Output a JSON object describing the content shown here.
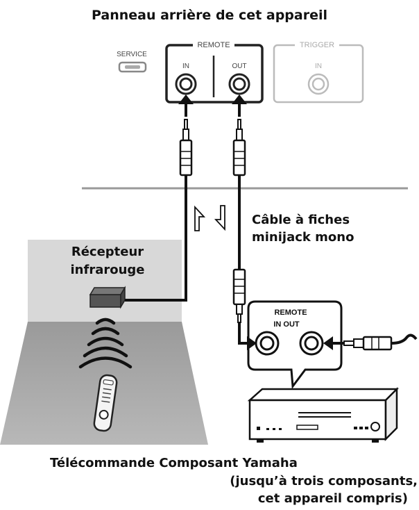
{
  "title": "Panneau arrière de cet appareil",
  "panel": {
    "service_label": "SERVICE",
    "remote_label": "REMOTE",
    "remote_in_label": "IN",
    "remote_out_label": "OUT",
    "trigger_label": "TRIGGER",
    "trigger_in_label": "IN"
  },
  "cable_label_line1": "Câble à fiches",
  "cable_label_line2": "minijack mono",
  "receiver_label_line1": "Récepteur",
  "receiver_label_line2": "infrarouge",
  "component_callout": {
    "remote_label": "REMOTE",
    "in_out_label": "IN OUT"
  },
  "footer": {
    "line1": "Télécommande Composant Yamaha",
    "line2": "(jusqu’à trois composants,",
    "line3": "cet appareil compris)"
  }
}
